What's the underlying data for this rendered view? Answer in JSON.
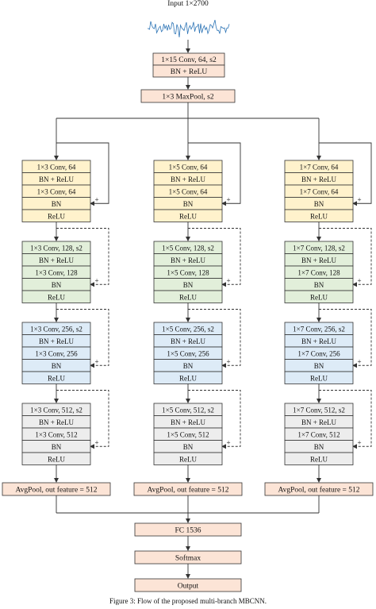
{
  "input": {
    "label": "Input 1×2700"
  },
  "stem": {
    "conv": "1×15 Conv, 64, s2",
    "bnrelu": "BN + ReLU",
    "pool": "1×3 MaxPool, s2"
  },
  "branches": [
    {
      "stages": [
        {
          "conv1": "1×3 Conv, 64",
          "bnrelu": "BN + ReLU",
          "conv2": "1×3 Conv, 64",
          "bn": "BN",
          "relu": "ReLU"
        },
        {
          "conv1": "1×3 Conv, 128, s2",
          "bnrelu": "BN + ReLU",
          "conv2": "1×3 Conv, 128",
          "bn": "BN",
          "relu": "ReLU"
        },
        {
          "conv1": "1×3 Conv, 256, s2",
          "bnrelu": "BN + ReLU",
          "conv2": "1×3 Conv, 256",
          "bn": "BN",
          "relu": "ReLU"
        },
        {
          "conv1": "1×3 Conv, 512, s2",
          "bnrelu": "BN + ReLU",
          "conv2": "1×3 Conv, 512",
          "bn": "BN",
          "relu": "ReLU"
        }
      ],
      "avgpool": "AvgPool, out feature = 512"
    },
    {
      "stages": [
        {
          "conv1": "1×5 Conv, 64",
          "bnrelu": "BN + ReLU",
          "conv2": "1×5 Conv, 64",
          "bn": "BN",
          "relu": "ReLU"
        },
        {
          "conv1": "1×5 Conv, 128, s2",
          "bnrelu": "BN + ReLU",
          "conv2": "1×5 Conv, 128",
          "bn": "BN",
          "relu": "ReLU"
        },
        {
          "conv1": "1×5 Conv, 256, s2",
          "bnrelu": "BN + ReLU",
          "conv2": "1×5 Conv, 256",
          "bn": "BN",
          "relu": "ReLU"
        },
        {
          "conv1": "1×5 Conv, 512, s2",
          "bnrelu": "BN + ReLU",
          "conv2": "1×5 Conv, 512",
          "bn": "BN",
          "relu": "ReLU"
        }
      ],
      "avgpool": "AvgPool, out feature = 512"
    },
    {
      "stages": [
        {
          "conv1": "1×7 Conv, 64",
          "bnrelu": "BN + ReLU",
          "conv2": "1×7 Conv, 64",
          "bn": "BN",
          "relu": "ReLU"
        },
        {
          "conv1": "1×7 Conv, 128, s2",
          "bnrelu": "BN + ReLU",
          "conv2": "1×7 Conv, 128",
          "bn": "BN",
          "relu": "ReLU"
        },
        {
          "conv1": "1×7 Conv, 256, s2",
          "bnrelu": "BN + ReLU",
          "conv2": "1×7 Conv, 256",
          "bn": "BN",
          "relu": "ReLU"
        },
        {
          "conv1": "1×7 Conv, 512, s2",
          "bnrelu": "BN + ReLU",
          "conv2": "1×7 Conv, 512",
          "bn": "BN",
          "relu": "ReLU"
        }
      ],
      "avgpool": "AvgPool, out feature = 512"
    }
  ],
  "plus_sign": "+",
  "head": {
    "fc": "FC 1536",
    "softmax": "Softmax",
    "output": "Output"
  },
  "caption": "Figure 3: Flow of the proposed multi-branch MBCNN.",
  "colors": {
    "stem_fill": "#fce4d6",
    "stage_fills": [
      "#fff2cc",
      "#e2efda",
      "#ddebf7",
      "#ededed"
    ],
    "stroke": "#333333",
    "signal": "#2e75b6"
  }
}
